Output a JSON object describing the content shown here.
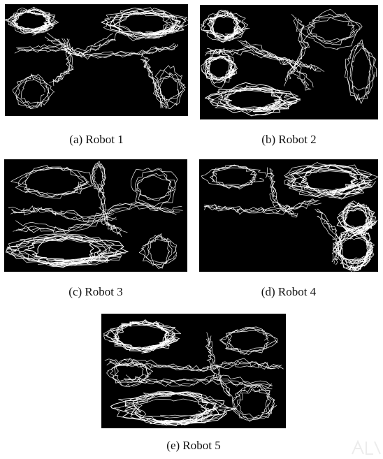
{
  "figures": [
    {
      "id": "a",
      "caption": "(a) Robot 1"
    },
    {
      "id": "b",
      "caption": "(b) Robot 2"
    },
    {
      "id": "c",
      "caption": "(c) Robot 3"
    },
    {
      "id": "d",
      "caption": "(d) Robot 4"
    },
    {
      "id": "e",
      "caption": "(e) Robot 5"
    }
  ],
  "colors": {
    "panel_background": "#000000",
    "trajectory": "#ffffff",
    "caption_text": "#111111"
  }
}
